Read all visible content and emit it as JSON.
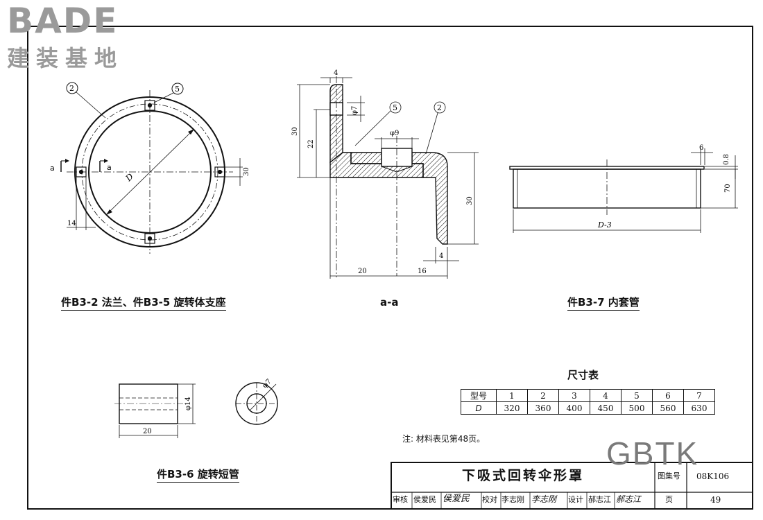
{
  "watermarks": {
    "brand_latin": "BADE",
    "brand_cn": "建装基地",
    "corner": "GBTK"
  },
  "drawings": {
    "flange": {
      "caption": "件B3-2 法兰、件B3-5 旋转体支座",
      "labels": {
        "part_a": "2",
        "part_b": "5",
        "diameter": "D",
        "width": "14",
        "height": "30",
        "section_left": "a",
        "section_right": "a"
      }
    },
    "section": {
      "caption": "a-a",
      "labels": {
        "top_width": "4",
        "hole_small": "φ7",
        "part_a": "5",
        "part_b": "2",
        "left_total": "30",
        "left_inner": "22",
        "hole_large": "φ9",
        "right_height": "30",
        "bottom_thickness": "4",
        "bottom_left": "20",
        "bottom_right": "16"
      }
    },
    "inner_tube": {
      "caption": "件B3-7 内套管",
      "labels": {
        "lip": "6",
        "thickness": "0.8",
        "height": "70",
        "diameter": "D-3"
      }
    },
    "short_tube": {
      "caption": "件B3-6 旋转短管",
      "labels": {
        "diameter": "φ14",
        "length": "20",
        "hole": "φ7"
      }
    }
  },
  "dimension_table": {
    "title": "尺寸表",
    "header_label": "型号",
    "row_label": "D",
    "models": [
      "1",
      "2",
      "3",
      "4",
      "5",
      "6",
      "7"
    ],
    "values": [
      "320",
      "360",
      "400",
      "450",
      "500",
      "560",
      "630"
    ]
  },
  "note": "注: 材料表见第48页。",
  "title_block": {
    "title": "下吸式回转伞形罩",
    "atlas_label": "图集号",
    "atlas_no": "08K106",
    "review_label": "审核",
    "reviewer": "侯爱民",
    "review_sig": "侯爱民",
    "check_label": "校对",
    "checker": "李志刚",
    "check_sig": "李志刚",
    "design_label": "设计",
    "designer": "郝志江",
    "design_sig": "郝志江",
    "page_label": "页",
    "page_no": "49"
  }
}
